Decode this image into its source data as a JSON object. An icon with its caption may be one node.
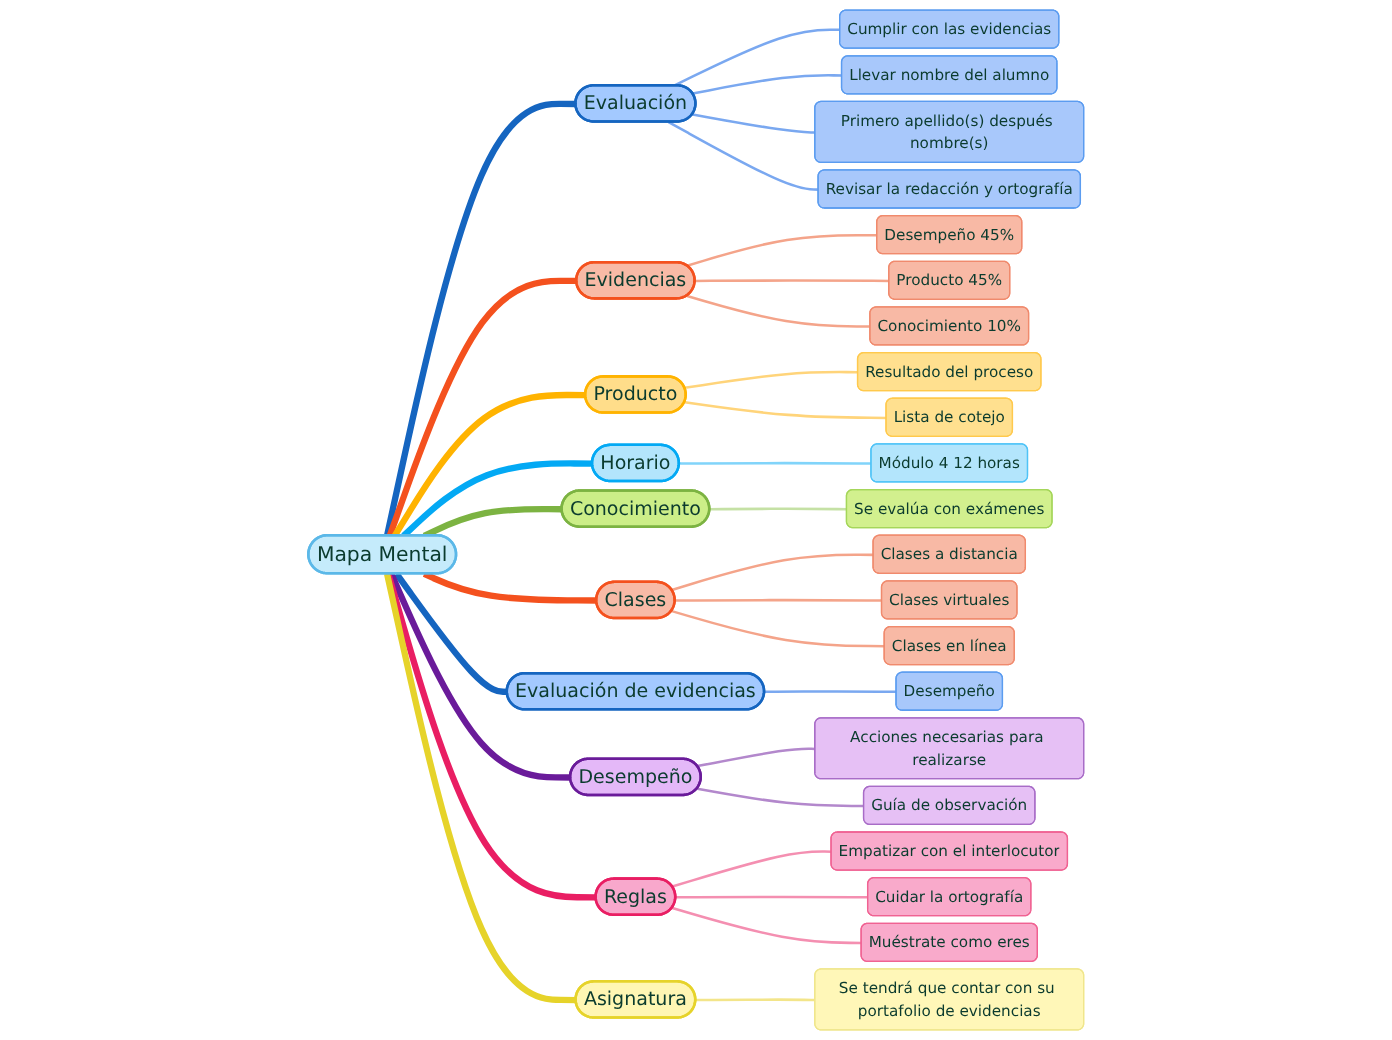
{
  "diagram": {
    "nodes": [
      {
        "text": [
          "Mapa Mental"
        ]
      },
      {
        "text": [
          "Evaluación"
        ]
      },
      {
        "text": [
          "Cumplir con las evidencias"
        ]
      },
      {
        "text": [
          "Llevar nombre del alumno"
        ]
      },
      {
        "text": [
          "Primero apellido(s) después nombre(s)"
        ]
      },
      {
        "text": [
          "Revisar la redacción y ortografía"
        ]
      },
      {
        "text": [
          "Evidencias"
        ]
      },
      {
        "text": [
          "Desempeño 45%"
        ]
      },
      {
        "text": [
          "Producto 45%"
        ]
      },
      {
        "text": [
          "Conocimiento 10%"
        ]
      },
      {
        "text": [
          "Producto"
        ]
      },
      {
        "text": [
          "Resultado del proceso"
        ]
      },
      {
        "text": [
          "Lista de cotejo"
        ]
      },
      {
        "text": [
          "Horario"
        ]
      },
      {
        "text": [
          "Módulo 4 12 horas"
        ]
      },
      {
        "text": [
          "Conocimiento"
        ]
      },
      {
        "text": [
          "Se evalúa con exámenes"
        ]
      },
      {
        "text": [
          "Clases"
        ]
      },
      {
        "text": [
          "Clases a distancia"
        ]
      },
      {
        "text": [
          "Clases virtuales"
        ]
      },
      {
        "text": [
          "Clases en línea"
        ]
      },
      {
        "text": [
          "Evaluación de evidencias"
        ]
      },
      {
        "text": [
          "Desempeño"
        ]
      },
      {
        "text": [
          "Desempeño"
        ]
      },
      {
        "text": [
          "Acciones necesarias para realizarse"
        ]
      },
      {
        "text": [
          "Guía de observación"
        ]
      },
      {
        "text": [
          "Reglas"
        ]
      },
      {
        "text": [
          "Empatizar con el interlocutor"
        ]
      },
      {
        "text": [
          "Cuidar la ortografía"
        ]
      },
      {
        "text": [
          "Muéstrate como eres"
        ]
      },
      {
        "text": [
          "Asignatura"
        ]
      },
      {
        "text": [
          "Se tendrá que contar con su portafolio de evidencias"
        ]
      }
    ],
    "edges": [
      {
        "from": 0,
        "to": 1,
        "arrow": "none",
        "style": "thick",
        "color": "#1565c0"
      },
      {
        "from": 1,
        "to": 2,
        "arrow": "none",
        "color": "#7aa8f0"
      },
      {
        "from": 1,
        "to": 3,
        "arrow": "none",
        "color": "#7aa8f0"
      },
      {
        "from": 1,
        "to": 4,
        "arrow": "none",
        "color": "#7aa8f0"
      },
      {
        "from": 1,
        "to": 5,
        "arrow": "none",
        "color": "#7aa8f0"
      },
      {
        "from": 0,
        "to": 6,
        "arrow": "none",
        "style": "thick",
        "color": "#f4511e"
      },
      {
        "from": 6,
        "to": 7,
        "arrow": "none",
        "color": "#f4a48a"
      },
      {
        "from": 6,
        "to": 8,
        "arrow": "none",
        "color": "#f4a48a"
      },
      {
        "from": 6,
        "to": 9,
        "arrow": "none",
        "color": "#f4a48a"
      },
      {
        "from": 0,
        "to": 10,
        "arrow": "none",
        "style": "thick",
        "color": "#ffb300"
      },
      {
        "from": 10,
        "to": 11,
        "arrow": "none",
        "color": "#ffd47a"
      },
      {
        "from": 10,
        "to": 12,
        "arrow": "none",
        "color": "#ffd47a"
      },
      {
        "from": 0,
        "to": 13,
        "arrow": "none",
        "style": "thick",
        "color": "#03a9f4"
      },
      {
        "from": 13,
        "to": 14,
        "arrow": "none",
        "color": "#81d4fa"
      },
      {
        "from": 0,
        "to": 15,
        "arrow": "none",
        "style": "thick",
        "color": "#7cb342"
      },
      {
        "from": 15,
        "to": 16,
        "arrow": "none",
        "color": "#c5e1a5"
      },
      {
        "from": 0,
        "to": 17,
        "arrow": "none",
        "style": "thick",
        "color": "#f4511e"
      },
      {
        "from": 17,
        "to": 18,
        "arrow": "none",
        "color": "#f4a48a"
      },
      {
        "from": 17,
        "to": 19,
        "arrow": "none",
        "color": "#f4a48a"
      },
      {
        "from": 17,
        "to": 20,
        "arrow": "none",
        "color": "#f4a48a"
      },
      {
        "from": 0,
        "to": 21,
        "arrow": "none",
        "style": "thick",
        "color": "#1565c0"
      },
      {
        "from": 21,
        "to": 22,
        "arrow": "none",
        "color": "#7aa8f0"
      },
      {
        "from": 0,
        "to": 23,
        "arrow": "none",
        "style": "thick",
        "color": "#6a1b9a"
      },
      {
        "from": 23,
        "to": 24,
        "arrow": "none",
        "color": "#b388cc"
      },
      {
        "from": 23,
        "to": 25,
        "arrow": "none",
        "color": "#b388cc"
      },
      {
        "from": 0,
        "to": 26,
        "arrow": "none",
        "style": "thick",
        "color": "#e91e63"
      },
      {
        "from": 26,
        "to": 27,
        "arrow": "none",
        "color": "#f48fb1"
      },
      {
        "from": 26,
        "to": 28,
        "arrow": "none",
        "color": "#f48fb1"
      },
      {
        "from": 26,
        "to": 29,
        "arrow": "none",
        "color": "#f48fb1"
      },
      {
        "from": 0,
        "to": 30,
        "arrow": "none",
        "style": "thick",
        "color": "#e6d32a"
      },
      {
        "from": 30,
        "to": 31,
        "arrow": "none",
        "color": "#f3e58a"
      }
    ]
  }
}
